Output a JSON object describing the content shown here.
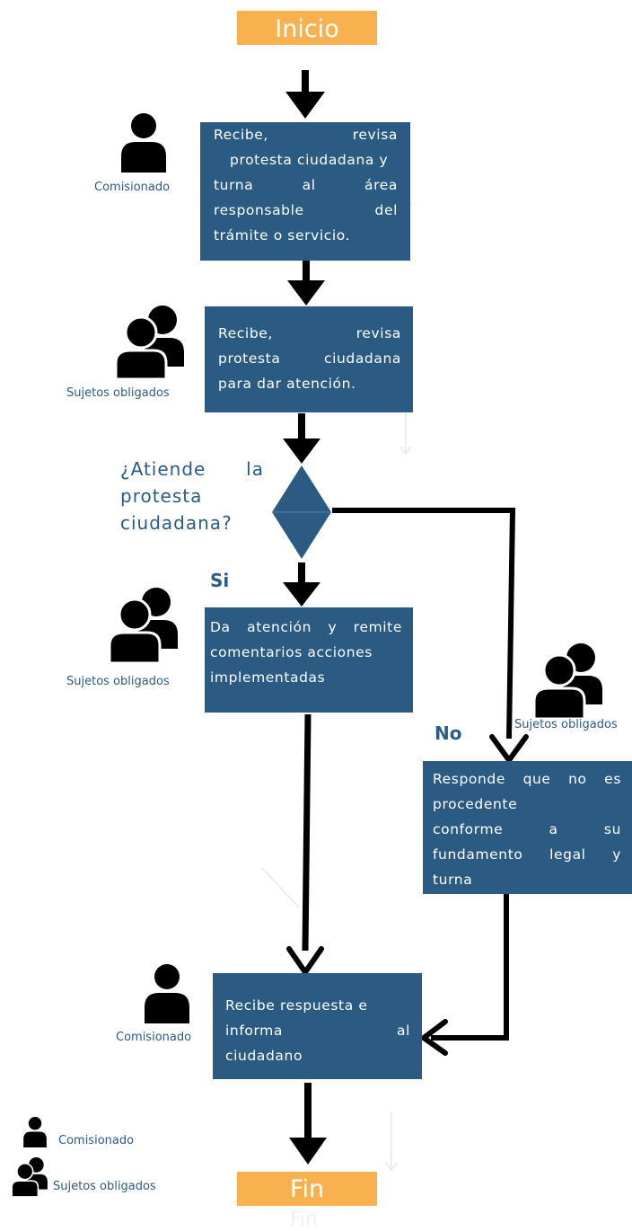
{
  "start": "Inicio",
  "end": "Fin",
  "end_ghost": "Fin",
  "steps": [
    {
      "lines": [
        "Recibe, revisa",
        "protesta ciudadana y",
        "turna al área",
        "responsable del",
        "trámite o servicio."
      ]
    },
    {
      "lines": [
        "Recibe, revisa",
        "protesta ciudadana",
        "para dar atención."
      ]
    },
    {
      "lines": [
        "Da atención y remite",
        "comentarios acciones",
        "implementadas"
      ]
    },
    {
      "lines": [
        "Responde que no es",
        "procedente",
        "conforme a su",
        "fundamento legal y",
        "turna"
      ]
    },
    {
      "lines": [
        "Recibe respuesta e",
        "informa al",
        "ciudadano"
      ]
    }
  ],
  "decision": {
    "lines": [
      "¿Atiende la",
      "protesta",
      "ciudadana?"
    ]
  },
  "branch_yes": "Si",
  "branch_no": "No",
  "roles": {
    "commissioner": "Comisionado",
    "obligated": "Sujetos obligados"
  },
  "legend": {
    "commissioner": "Comisionado",
    "obligated": "Sujetos obligados"
  },
  "colors": {
    "terminal": "#f9b04e",
    "process": "#2b5b83",
    "text": "#2b5b83",
    "arrow": "#000000"
  },
  "icons": {
    "single_person": "person-icon",
    "group": "group-icon"
  }
}
